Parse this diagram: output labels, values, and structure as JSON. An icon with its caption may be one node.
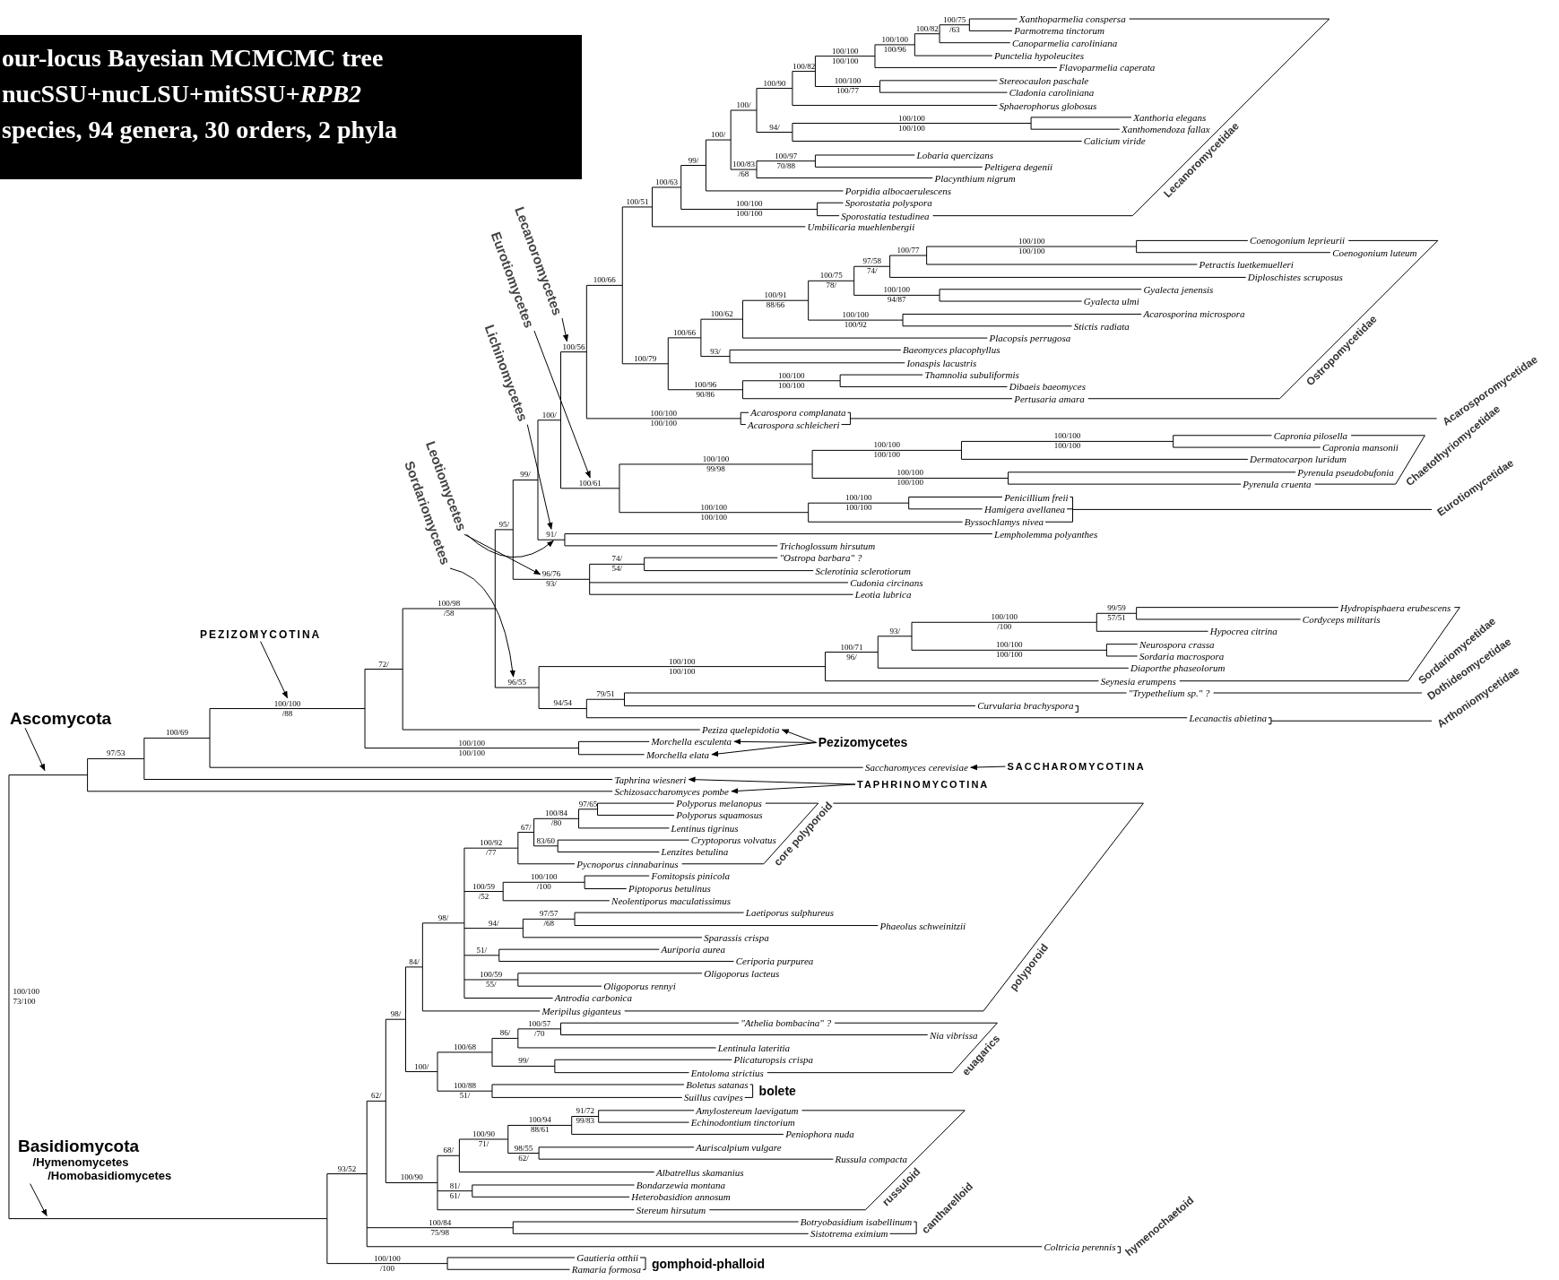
{
  "diagram": {
    "nodes": [
      {
        "text": [
          "our-locus Bayesian MCMCMC tree",
          "nucSSU+nucLSU+mitSSU+*RPB2*",
          "species, 94 genera, 30 orders, 2 phyla"
        ]
      },
      {
        "text": [
          "Xanthoparmelia conspersa"
        ]
      },
      {
        "text": [
          "Parmotrema tinctorum"
        ]
      },
      {
        "text": [
          "Canoparmelia caroliniana"
        ]
      },
      {
        "text": [
          "Punctelia hypoleucites"
        ]
      },
      {
        "text": [
          "Flavoparmelia caperata"
        ]
      },
      {
        "text": [
          "Stereocaulon paschale"
        ]
      },
      {
        "text": [
          "Cladonia caroliniana"
        ]
      },
      {
        "text": [
          "Sphaerophorus globosus"
        ]
      },
      {
        "text": [
          "Xanthoria elegans"
        ]
      },
      {
        "text": [
          "Xanthomendoza fallax"
        ]
      },
      {
        "text": [
          "Calicium viride"
        ]
      },
      {
        "text": [
          "Lobaria quercizans"
        ]
      },
      {
        "text": [
          "Peltigera degenii"
        ]
      },
      {
        "text": [
          "Placynthium nigrum"
        ]
      },
      {
        "text": [
          "Porpidia albocaerulescens"
        ]
      },
      {
        "text": [
          "Sporostatia polyspora"
        ]
      },
      {
        "text": [
          "Sporostatia testudinea"
        ]
      },
      {
        "text": [
          "Umbilicaria muehlenbergii"
        ]
      },
      {
        "text": [
          "Coenogonium leprieurii"
        ]
      },
      {
        "text": [
          "Coenogonium luteum"
        ]
      },
      {
        "text": [
          "Petractis luetkemuelleri"
        ]
      },
      {
        "text": [
          "Diploschistes scruposus"
        ]
      },
      {
        "text": [
          "Gyalecta jenensis"
        ]
      },
      {
        "text": [
          "Gyalecta ulmi"
        ]
      },
      {
        "text": [
          "Acarosporina microspora"
        ]
      },
      {
        "text": [
          "Stictis radiata"
        ]
      },
      {
        "text": [
          "Placopsis perrugosa"
        ]
      },
      {
        "text": [
          "Baeomyces placophyllus"
        ]
      },
      {
        "text": [
          "Ionaspis lacustris"
        ]
      },
      {
        "text": [
          "Thamnolia subuliformis"
        ]
      },
      {
        "text": [
          "Dibaeis baeomyces"
        ]
      },
      {
        "text": [
          "Pertusaria amara"
        ]
      },
      {
        "text": [
          "Acarospora complanata"
        ]
      },
      {
        "text": [
          "Acarospora schleicheri"
        ]
      },
      {
        "text": [
          "Capronia pilosella"
        ]
      },
      {
        "text": [
          "Capronia mansonii"
        ]
      },
      {
        "text": [
          "Dermatocarpon luridum"
        ]
      },
      {
        "text": [
          "Pyrenula pseudobufonia"
        ]
      },
      {
        "text": [
          "Pyrenula cruenta"
        ]
      },
      {
        "text": [
          "Penicillium freii"
        ]
      },
      {
        "text": [
          "Hamigera avellanea"
        ]
      },
      {
        "text": [
          "Byssochlamys nivea"
        ]
      },
      {
        "text": [
          "Lempholemma polyanthes"
        ]
      },
      {
        "text": [
          "Trichoglossum hirsutum"
        ]
      },
      {
        "text": [
          "\"Ostropa barbara\" ?"
        ]
      },
      {
        "text": [
          "Sclerotinia sclerotiorum"
        ]
      },
      {
        "text": [
          "Cudonia circinans"
        ]
      },
      {
        "text": [
          "Leotia lubrica"
        ]
      },
      {
        "text": [
          "Hydropisphaera erubescens"
        ]
      },
      {
        "text": [
          "Cordyceps militaris"
        ]
      },
      {
        "text": [
          "Hypocrea citrina"
        ]
      },
      {
        "text": [
          "Neurospora crassa"
        ]
      },
      {
        "text": [
          "Sordaria macrospora"
        ]
      },
      {
        "text": [
          "Diaporthe phaseolorum"
        ]
      },
      {
        "text": [
          "Seynesia erumpens"
        ]
      },
      {
        "text": [
          "\"Trypethelium sp.\" ?"
        ]
      },
      {
        "text": [
          "Curvularia brachyspora"
        ]
      },
      {
        "text": [
          "Lecanactis abietina"
        ]
      },
      {
        "text": [
          "Peziza quelepidotia"
        ]
      },
      {
        "text": [
          "Morchella esculenta"
        ]
      },
      {
        "text": [
          "Morchella elata"
        ]
      },
      {
        "text": [
          "Saccharomyces cerevisiae"
        ]
      },
      {
        "text": [
          "Taphrina wiesneri"
        ]
      },
      {
        "text": [
          "Schizosaccharomyces pombe"
        ]
      },
      {
        "text": [
          "Polyporus melanopus"
        ]
      },
      {
        "text": [
          "Polyporus squamosus"
        ]
      },
      {
        "text": [
          "Lentinus tigrinus"
        ]
      },
      {
        "text": [
          "Cryptoporus volvatus"
        ]
      },
      {
        "text": [
          "Lenzites betulina"
        ]
      },
      {
        "text": [
          "Pycnoporus cinnabarinus"
        ]
      },
      {
        "text": [
          "Fomitopsis pinicola"
        ]
      },
      {
        "text": [
          "Piptoporus betulinus"
        ]
      },
      {
        "text": [
          "Neolentiporus maculatissimus"
        ]
      },
      {
        "text": [
          "Laetiporus sulphureus"
        ]
      },
      {
        "text": [
          "Phaeolus schweinitzii"
        ]
      },
      {
        "text": [
          "Sparassis crispa"
        ]
      },
      {
        "text": [
          "Auriporia aurea"
        ]
      },
      {
        "text": [
          "Ceriporia purpurea"
        ]
      },
      {
        "text": [
          "Oligoporus lacteus"
        ]
      },
      {
        "text": [
          "Oligoporus rennyi"
        ]
      },
      {
        "text": [
          "Antrodia carbonica"
        ]
      },
      {
        "text": [
          "Meripilus giganteus"
        ]
      },
      {
        "text": [
          "\"Athelia bombacina\" ?"
        ]
      },
      {
        "text": [
          "Nia vibrissa"
        ]
      },
      {
        "text": [
          "Lentinula lateritia"
        ]
      },
      {
        "text": [
          "Plicaturopsis crispa"
        ]
      },
      {
        "text": [
          "Entoloma strictius"
        ]
      },
      {
        "text": [
          "Boletus satanas"
        ]
      },
      {
        "text": [
          "Suillus cavipes"
        ]
      },
      {
        "text": [
          "Amylostereum laevigatum"
        ]
      },
      {
        "text": [
          "Echinodontium tinctorium"
        ]
      },
      {
        "text": [
          "Peniophora nuda"
        ]
      },
      {
        "text": [
          "Auriscalpium vulgare"
        ]
      },
      {
        "text": [
          "Russula compacta"
        ]
      },
      {
        "text": [
          "Albatrellus skamanius"
        ]
      },
      {
        "text": [
          "Bondarzewia montana"
        ]
      },
      {
        "text": [
          "Heterobasidion annosum"
        ]
      },
      {
        "text": [
          "Stereum hirsutum"
        ]
      },
      {
        "text": [
          "Botryobasidium isabellinum"
        ]
      },
      {
        "text": [
          "Sistotrema eximium"
        ]
      },
      {
        "text": [
          "Coltricia perennis"
        ]
      },
      {
        "text": [
          "Gautieria otthii"
        ]
      },
      {
        "text": [
          "Ramaria formosa"
        ]
      },
      {
        "text": [
          "Lecanoromycetes"
        ]
      },
      {
        "text": [
          "Eurotiomycetes"
        ]
      },
      {
        "text": [
          "Lichinomycetes"
        ]
      },
      {
        "text": [
          "Leotiomycetes"
        ]
      },
      {
        "text": [
          "Sordariomycetes"
        ]
      },
      {
        "text": [
          "PEZIZOMYCOTINA"
        ]
      },
      {
        "text": [
          "Ascomycota"
        ]
      },
      {
        "text": [
          "Pezizomycetes"
        ]
      },
      {
        "text": [
          "SACCHAROMYCOTINA"
        ]
      },
      {
        "text": [
          "TAPHRINOMYCOTINA"
        ]
      },
      {
        "text": [
          "Basidiomycota",
          "/Hymenomycetes",
          "/Homobasidiomycetes"
        ]
      },
      {
        "text": [
          "100/56"
        ]
      },
      {
        "text": [
          "100/61"
        ]
      },
      {
        "text": [
          "91/"
        ]
      },
      {
        "text": [
          "96/76"
        ]
      },
      {
        "text": [
          "96/55"
        ]
      },
      {
        "text": [
          "100/100"
        ]
      }
    ],
    "edges": [
      {
        "from": 104,
        "to": 115,
        "arrow": "to"
      },
      {
        "from": 105,
        "to": 116,
        "arrow": "to"
      },
      {
        "from": 106,
        "to": 117,
        "arrow": "to"
      },
      {
        "from": 107,
        "to": 118,
        "arrow": "to"
      },
      {
        "from": 107,
        "to": 117,
        "arrow": "to"
      },
      {
        "from": 108,
        "to": 119,
        "arrow": "to"
      },
      {
        "from": 109,
        "to": 120,
        "arrow": "to"
      },
      {
        "from": 110,
        "to": null,
        "arrow": "to"
      },
      {
        "from": 111,
        "to": 59,
        "arrow": "to"
      },
      {
        "from": 111,
        "to": 60,
        "arrow": "to"
      },
      {
        "from": 111,
        "to": 61,
        "arrow": "to"
      },
      {
        "from": 112,
        "to": 62,
        "arrow": "to"
      },
      {
        "from": 113,
        "to": 63,
        "arrow": "to"
      },
      {
        "from": 113,
        "to": 64,
        "arrow": "to"
      },
      {
        "from": 114,
        "to": null,
        "arrow": "to"
      }
    ],
    "labels": [
      "100/75",
      "/63",
      "100/82",
      "100/100",
      "100/96",
      "100/100",
      "100/100",
      "100/82",
      "100/100",
      "100/77",
      "100/90",
      "100/",
      "94/",
      "100/100",
      "100/100",
      "100/",
      "100/83",
      "/68",
      "100/97",
      "70/88",
      "99/",
      "100/63",
      "100/100",
      "100/100",
      "100/51",
      "100/66",
      "100/77",
      "100/100",
      "100/100",
      "97/58",
      "74/",
      "100/75",
      "78/",
      "100/91",
      "88/66",
      "100/100",
      "94/87",
      "100/100",
      "100/92",
      "100/62",
      "100/66",
      "93/",
      "100/79",
      "100/96",
      "90/86",
      "100/100",
      "100/100",
      "100/100",
      "100/100",
      "100/",
      "100/100",
      "99/98",
      "100/100",
      "100/100",
      "100/100",
      "100/100",
      "100/100",
      "100/100",
      "100/100",
      "100/100",
      "100/100",
      "100/100",
      "99/",
      "95/",
      "74/",
      "54/",
      "93/",
      "100/98",
      "/58",
      "99/59",
      "57/51",
      "100/100",
      "/100",
      "100/100",
      "100/100",
      "93/",
      "100/71",
      "96/",
      "100/100",
      "100/100",
      "79/51",
      "94/54",
      "72/",
      "/88",
      "100/100",
      "100/100",
      "100/69",
      "97/53",
      "100/100",
      "73/100",
      "97/65",
      "100/84",
      "/80",
      "67/",
      "83/60",
      "100/92",
      "/77",
      "100/100",
      "/100",
      "100/59",
      "/52",
      "97/57",
      "/68",
      "94/",
      "51/",
      "100/59",
      "55/",
      "98/",
      "84/",
      "100/57",
      "/70",
      "86/",
      "99/",
      "100/68",
      "100/88",
      "51/",
      "100/",
      "98/",
      "91/72",
      "99/83",
      "100/94",
      "88/61",
      "98/55",
      "62/",
      "100/90",
      "71/",
      "68/",
      "81/",
      "61/",
      "100/90",
      "62/",
      "100/84",
      "75/98",
      "93/52",
      "100/100",
      "/100",
      "Lecanoromycetidae",
      "Ostropomycetidae",
      "Acarosporomycetidae",
      "Chaetothyriomycetidae",
      "Eurotiomycetidae",
      "Sordariomycetidae",
      "Dothideomycetidae",
      "Arthoniomycetidae",
      "core polyporoid",
      "polyporoid",
      "euagarics",
      "bolete",
      "russuloid",
      "cantharelloid",
      "hymenochaetoid",
      "gomphoid-phalloid"
    ]
  }
}
